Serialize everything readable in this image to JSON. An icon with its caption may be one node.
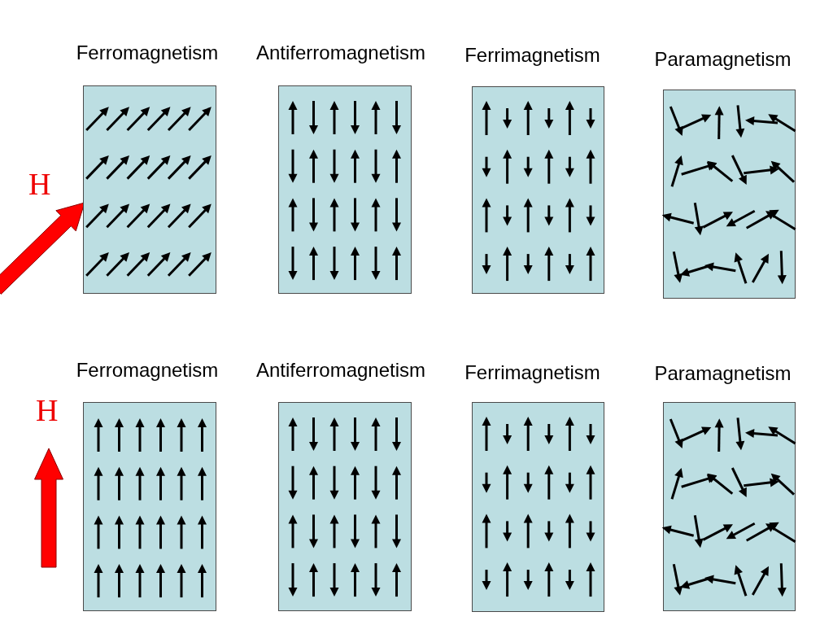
{
  "diagram": {
    "nodes": [
      {
        "text": [
          "Ferromagnetism"
        ]
      },
      {
        "text": [
          "Antiferromagnetism"
        ]
      },
      {
        "text": [
          "Ferrimagnetism"
        ]
      },
      {
        "text": [
          "Paramagnetism"
        ]
      },
      {
        "text": [
          "Ferromagnetism"
        ]
      },
      {
        "text": [
          "Antiferromagnetism"
        ]
      },
      {
        "text": [
          "Ferrimagnetism"
        ]
      },
      {
        "text": [
          "Paramagnetism"
        ]
      }
    ],
    "labels": [
      "H",
      "H"
    ]
  }
}
